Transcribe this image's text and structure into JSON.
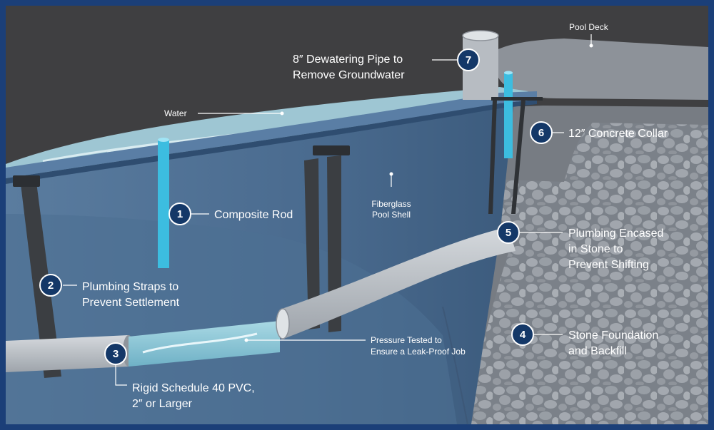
{
  "colors": {
    "frame": "#1b3f78",
    "background": "#3f3f41",
    "deck": "#8e939a",
    "stone": "#7f858d",
    "shell": "#496b90",
    "water": "#9fc5d2",
    "pipe": "#b9bec4",
    "rod": "#3cbde0",
    "strap": "#3b3e42",
    "badge": "#143868"
  },
  "labels": {
    "pool_deck": "Pool Deck",
    "water": "Water",
    "fiberglass_shell": [
      "Fiberglass",
      "Pool Shell"
    ],
    "pressure_test": [
      "Pressure Tested to",
      "Ensure a Leak-Proof Job"
    ]
  },
  "callouts": [
    {
      "number": "1",
      "lines": [
        "Composite Rod"
      ]
    },
    {
      "number": "2",
      "lines": [
        "Plumbing Straps to",
        "Prevent Settlement"
      ]
    },
    {
      "number": "3",
      "lines": [
        "Rigid Schedule 40 PVC,",
        "2″ or Larger"
      ]
    },
    {
      "number": "4",
      "lines": [
        "Stone Foundation",
        "and Backfill"
      ]
    },
    {
      "number": "5",
      "lines": [
        "Plumbing Encased",
        "in Stone to",
        "Prevent Shifting"
      ]
    },
    {
      "number": "6",
      "lines": [
        "12″ Concrete Collar"
      ]
    },
    {
      "number": "7",
      "lines": [
        "8″ Dewatering Pipe to",
        "Remove Groundwater"
      ]
    }
  ]
}
